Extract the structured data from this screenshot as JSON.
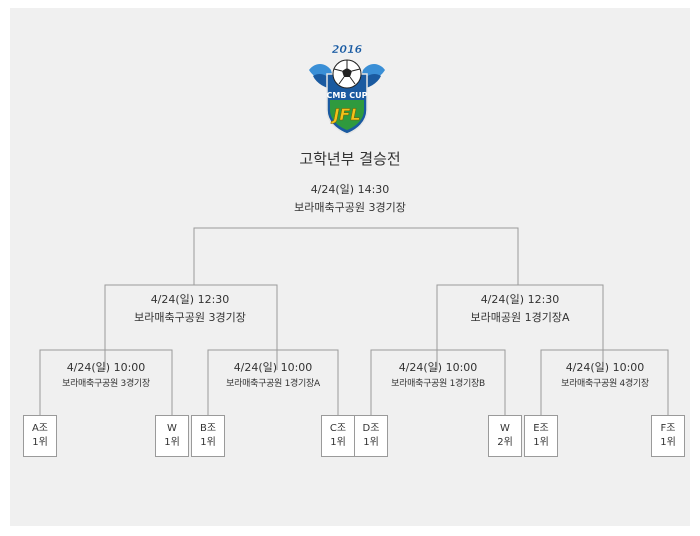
{
  "logo": {
    "year": "2016",
    "cup": "CMB CUP",
    "league": "JFL",
    "colors": {
      "shield": "#1a5aa0",
      "ball": "#ffffff",
      "gold": "#f2c21a",
      "green": "#2f9a3e"
    }
  },
  "title": "고학년부 결승전",
  "final": {
    "date": "4/24(일) 14:30",
    "venue": "보라매축구공원 3경기장"
  },
  "semis": [
    {
      "date": "4/24(일) 12:30",
      "venue": "보라매축구공원 3경기장"
    },
    {
      "date": "4/24(일) 12:30",
      "venue": "보라매공원 1경기장A"
    }
  ],
  "quarters": [
    {
      "date": "4/24(일) 10:00",
      "venue": "보라매축구공원 3경기장"
    },
    {
      "date": "4/24(일) 10:00",
      "venue": "보라매축구공원 1경기장A"
    },
    {
      "date": "4/24(일) 10:00",
      "venue": "보라매축구공원 1경기장B"
    },
    {
      "date": "4/24(일) 10:00",
      "venue": "보라매축구공원 4경기장"
    }
  ],
  "teams": [
    {
      "line1": "A조",
      "line2": "1위"
    },
    {
      "line1": "W",
      "line2": "1위"
    },
    {
      "line1": "B조",
      "line2": "1위"
    },
    {
      "line1": "C조",
      "line2": "1위"
    },
    {
      "line1": "D조",
      "line2": "1위"
    },
    {
      "line1": "W",
      "line2": "2위"
    },
    {
      "line1": "E조",
      "line2": "1위"
    },
    {
      "line1": "F조",
      "line2": "1위"
    }
  ],
  "colors": {
    "line": "#9a9a9a",
    "panel": "#f0f0f0"
  }
}
